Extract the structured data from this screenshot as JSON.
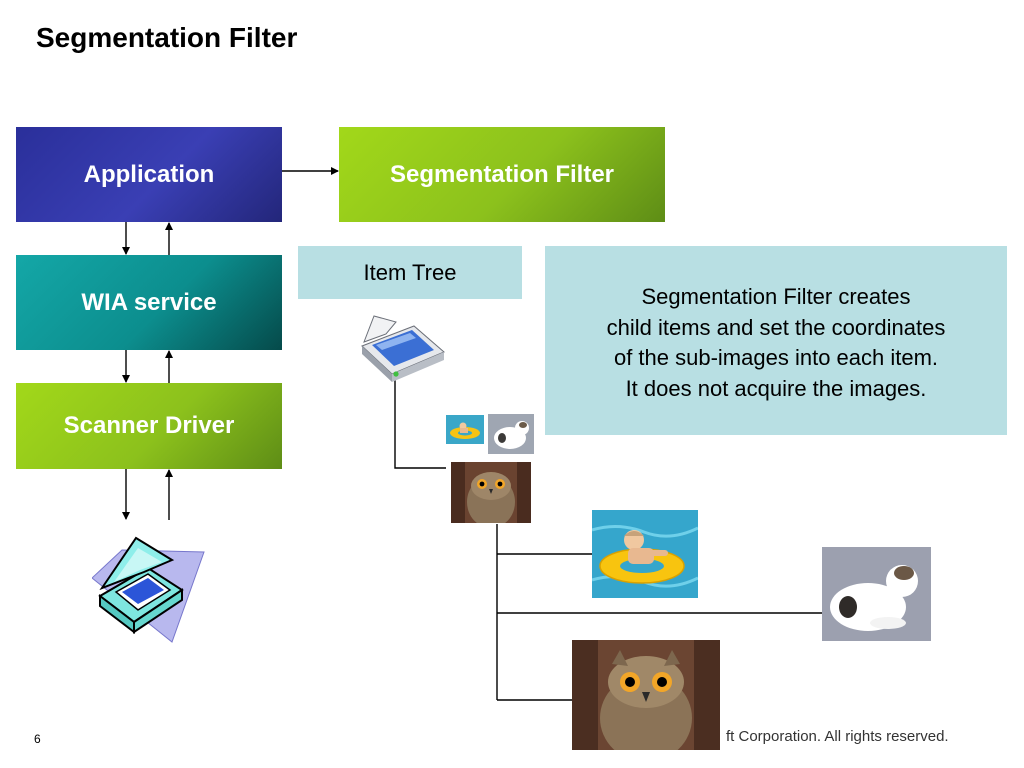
{
  "slide": {
    "title": "Segmentation Filter",
    "number": "6",
    "copyright": "ft Corporation. All rights reserved."
  },
  "diagram": {
    "application_label": "Application",
    "filter_label": "Segmentation Filter",
    "wia_service_label": "WIA service",
    "scanner_driver_label": "Scanner Driver",
    "item_tree_label": "Item Tree",
    "note_lines": [
      "Segmentation Filter creates",
      "child items and set the coordinates",
      "of the sub-images into each item.",
      "It does not acquire the images."
    ]
  },
  "icons": {
    "flatbed_scanner": "scanner-icon",
    "clipart_scanner": "scanner-clipart-icon",
    "swimming_baby_photo": "baby-photo",
    "cat_photo": "cat-photo",
    "owl_photo": "owl-photo"
  },
  "colors": {
    "application": "#2f34a6",
    "segmentation_filter": "#8cc11c",
    "wia_service": "#0c8e8e",
    "scanner_driver": "#8cc11c",
    "panel": "#b8dfe3"
  }
}
